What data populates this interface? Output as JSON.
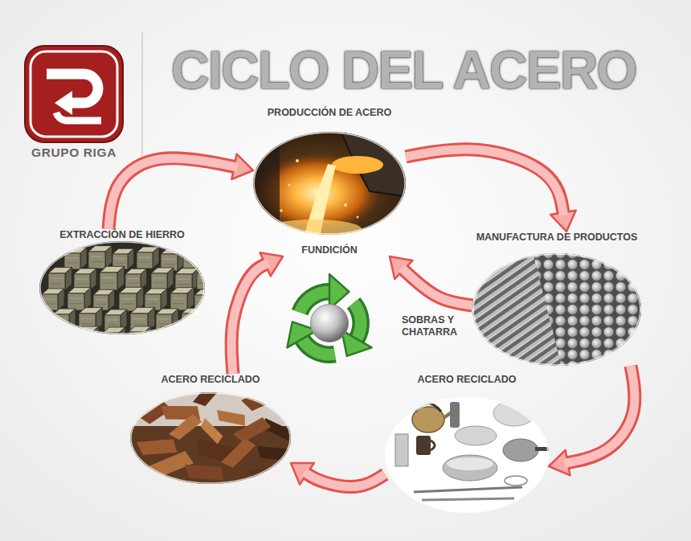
{
  "diagram": {
    "title": "CICLO DEL ACERO",
    "nodes": [
      {
        "text": [
          "PRODUCCIÓN DE ACERO",
          "FUNDICIÓN"
        ]
      },
      {
        "text": [
          "EXTRACCIÓN DE HIERRO"
        ]
      },
      {
        "text": [
          "MANUFACTURA DE PRODUCTOS"
        ]
      },
      {
        "text": [
          "ACERO RECICLADO"
        ]
      },
      {
        "text": [
          "ACERO RECICLADO"
        ]
      }
    ],
    "edges": [
      {
        "from": 1,
        "to": 0,
        "arrow": "to"
      },
      {
        "from": 0,
        "to": 2,
        "arrow": "to"
      },
      {
        "from": 2,
        "to": 4,
        "arrow": "to"
      },
      {
        "from": 4,
        "to": 3,
        "arrow": "to"
      },
      {
        "from": 3,
        "to": 0,
        "arrow": "to"
      },
      {
        "from": 2,
        "to": 0,
        "label": "SOBRAS Y CHATARRA",
        "arrow": "to"
      }
    ],
    "labels": [
      "GRUPO RIGA"
    ]
  }
}
